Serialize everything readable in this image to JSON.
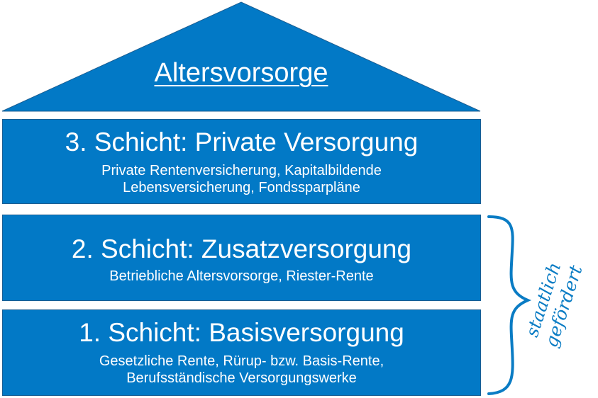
{
  "colors": {
    "layer_fill": "#0279c6",
    "layer_border": "#1a5e93",
    "text_on_fill": "#ffffff",
    "annotation": "#0a7cc4"
  },
  "roof": {
    "title": "Altersvorsorge"
  },
  "layers": [
    {
      "title": "3. Schicht: Private Versorgung",
      "description_lines": [
        "Private Rentenversicherung, Kapitalbildende",
        "Lebensversicherung, Fondssparpläne"
      ]
    },
    {
      "title": "2. Schicht: Zusatzversorgung",
      "description_lines": [
        "Betriebliche Altersvorsorge, Riester-Rente"
      ]
    },
    {
      "title": "1. Schicht: Basisversorgung",
      "description_lines": [
        "Gesetzliche Rente, Rürup- bzw. Basis-Rente,",
        "Berufsständische Versorgungswerke"
      ]
    }
  ],
  "annotation": {
    "label_lines": [
      "staatlich",
      "gefördert"
    ],
    "icon": "curly-brace-right"
  }
}
